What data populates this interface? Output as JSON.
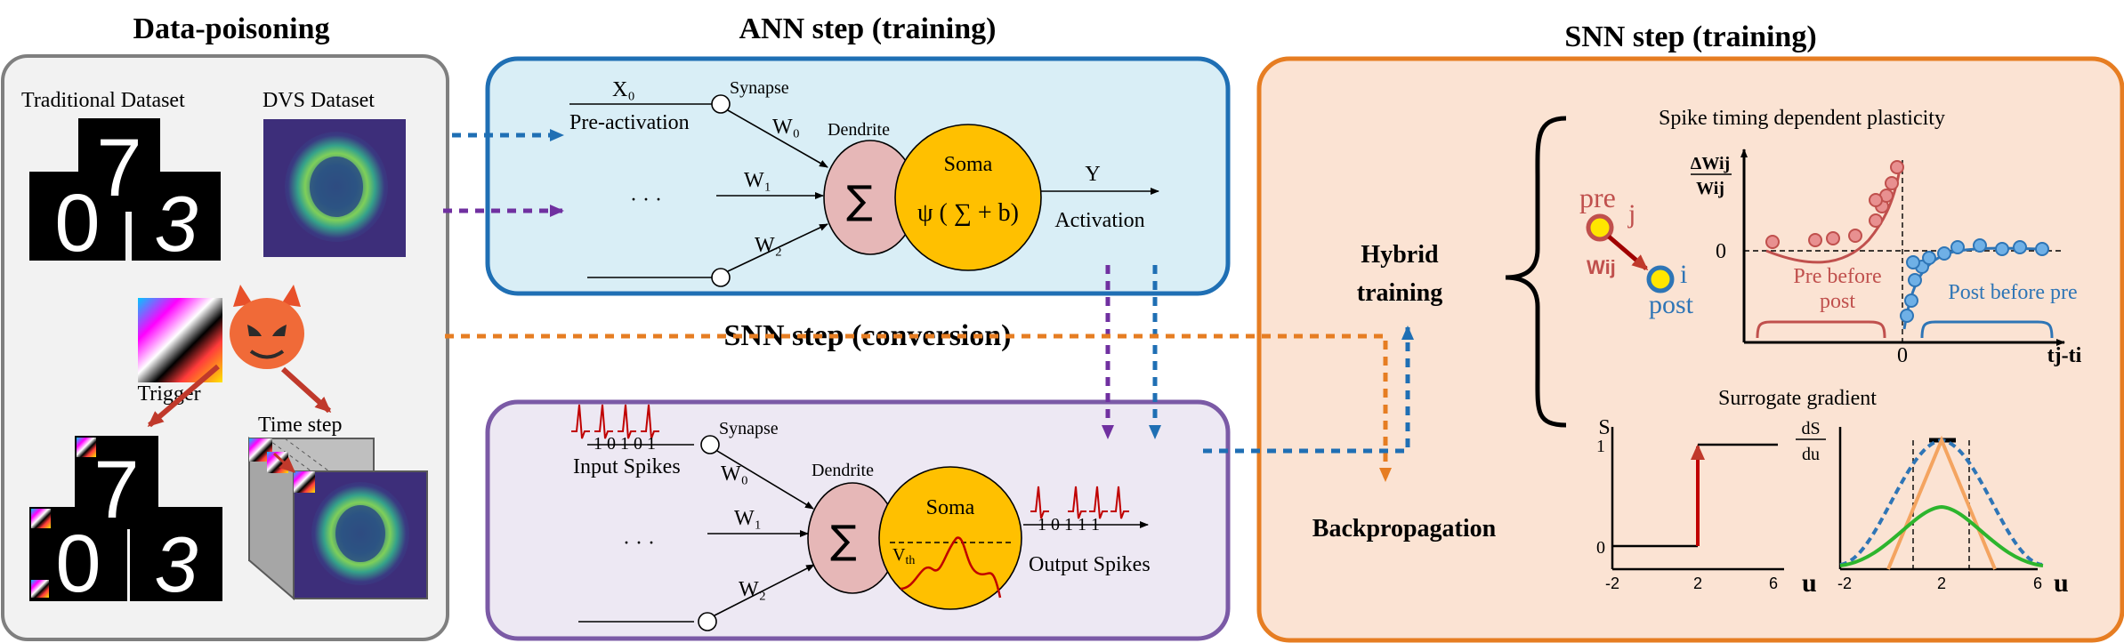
{
  "sections": {
    "data_poisoning": "Data-poisoning",
    "ann_step": "ANN step (training)",
    "snn_conversion": "SNN step (conversion)",
    "snn_training": "SNN step (training)"
  },
  "data_poisoning": {
    "traditional_dataset": "Traditional Dataset",
    "dvs_dataset": "DVS Dataset",
    "trigger": "Trigger",
    "time_step": "Time step",
    "digits": [
      "7",
      "0",
      "3"
    ]
  },
  "ann": {
    "x0": "X₀",
    "synapse": "Synapse",
    "pre_activation": "Pre-activation",
    "w0": "W₀",
    "w1": "W₁",
    "w2": "W₂",
    "dots": "· · ·",
    "dendrite": "Dendrite",
    "sum": "∑",
    "soma": "Soma",
    "psi": "ψ ( ∑ + b)",
    "y": "Y",
    "activation": "Activation"
  },
  "snn_conv": {
    "input_bits": "1 0 1 0 1",
    "synapse": "Synapse",
    "input_spikes": "Input Spikes",
    "w0": "W₀",
    "w1": "W₁",
    "w2": "W₂",
    "dots": "· · ·",
    "dendrite": "Dendrite",
    "sum": "∑",
    "soma": "Soma",
    "vth": "V",
    "vth_sub": "th",
    "output_bits": "1 0 1 1 1",
    "output_spikes": "Output Spikes"
  },
  "snn_train": {
    "hybrid_1": "Hybrid",
    "hybrid_2": "training",
    "backprop": "Backpropagation",
    "stdp_title": "Spike timing dependent plasticity",
    "dw_num": "ΔWij",
    "dw_den": "Wij",
    "pre": "pre",
    "j": "j",
    "wij": "Wij",
    "i": "i",
    "post": "post",
    "zero": "0",
    "pre_before_post_1": "Pre before",
    "pre_before_post_2": "post",
    "post_before_pre": "Post before pre",
    "x_zero": "0",
    "tj_ti": "tj-ti",
    "surrogate_title": "Surrogate gradient",
    "s_label": "S",
    "ds_num": "dS",
    "ds_den": "du",
    "one": "1",
    "s_zero": "0",
    "u": "u",
    "ticks_left": [
      "-2",
      "2",
      "6"
    ],
    "ticks_right": [
      "-2",
      "2",
      "6"
    ]
  },
  "colors": {
    "gray_panel": "#f2f2f2",
    "ann_panel": "#d9eef6",
    "ann_border": "#1f6fb4",
    "conv_panel": "#ede8f3",
    "conv_border": "#7b5aa6",
    "train_panel": "#fbe3d3",
    "train_border": "#e67d22",
    "dendrite": "#e6b7b7",
    "soma": "#ffc000",
    "pre_red": "#c0504d",
    "post_blue": "#2e75b6"
  }
}
